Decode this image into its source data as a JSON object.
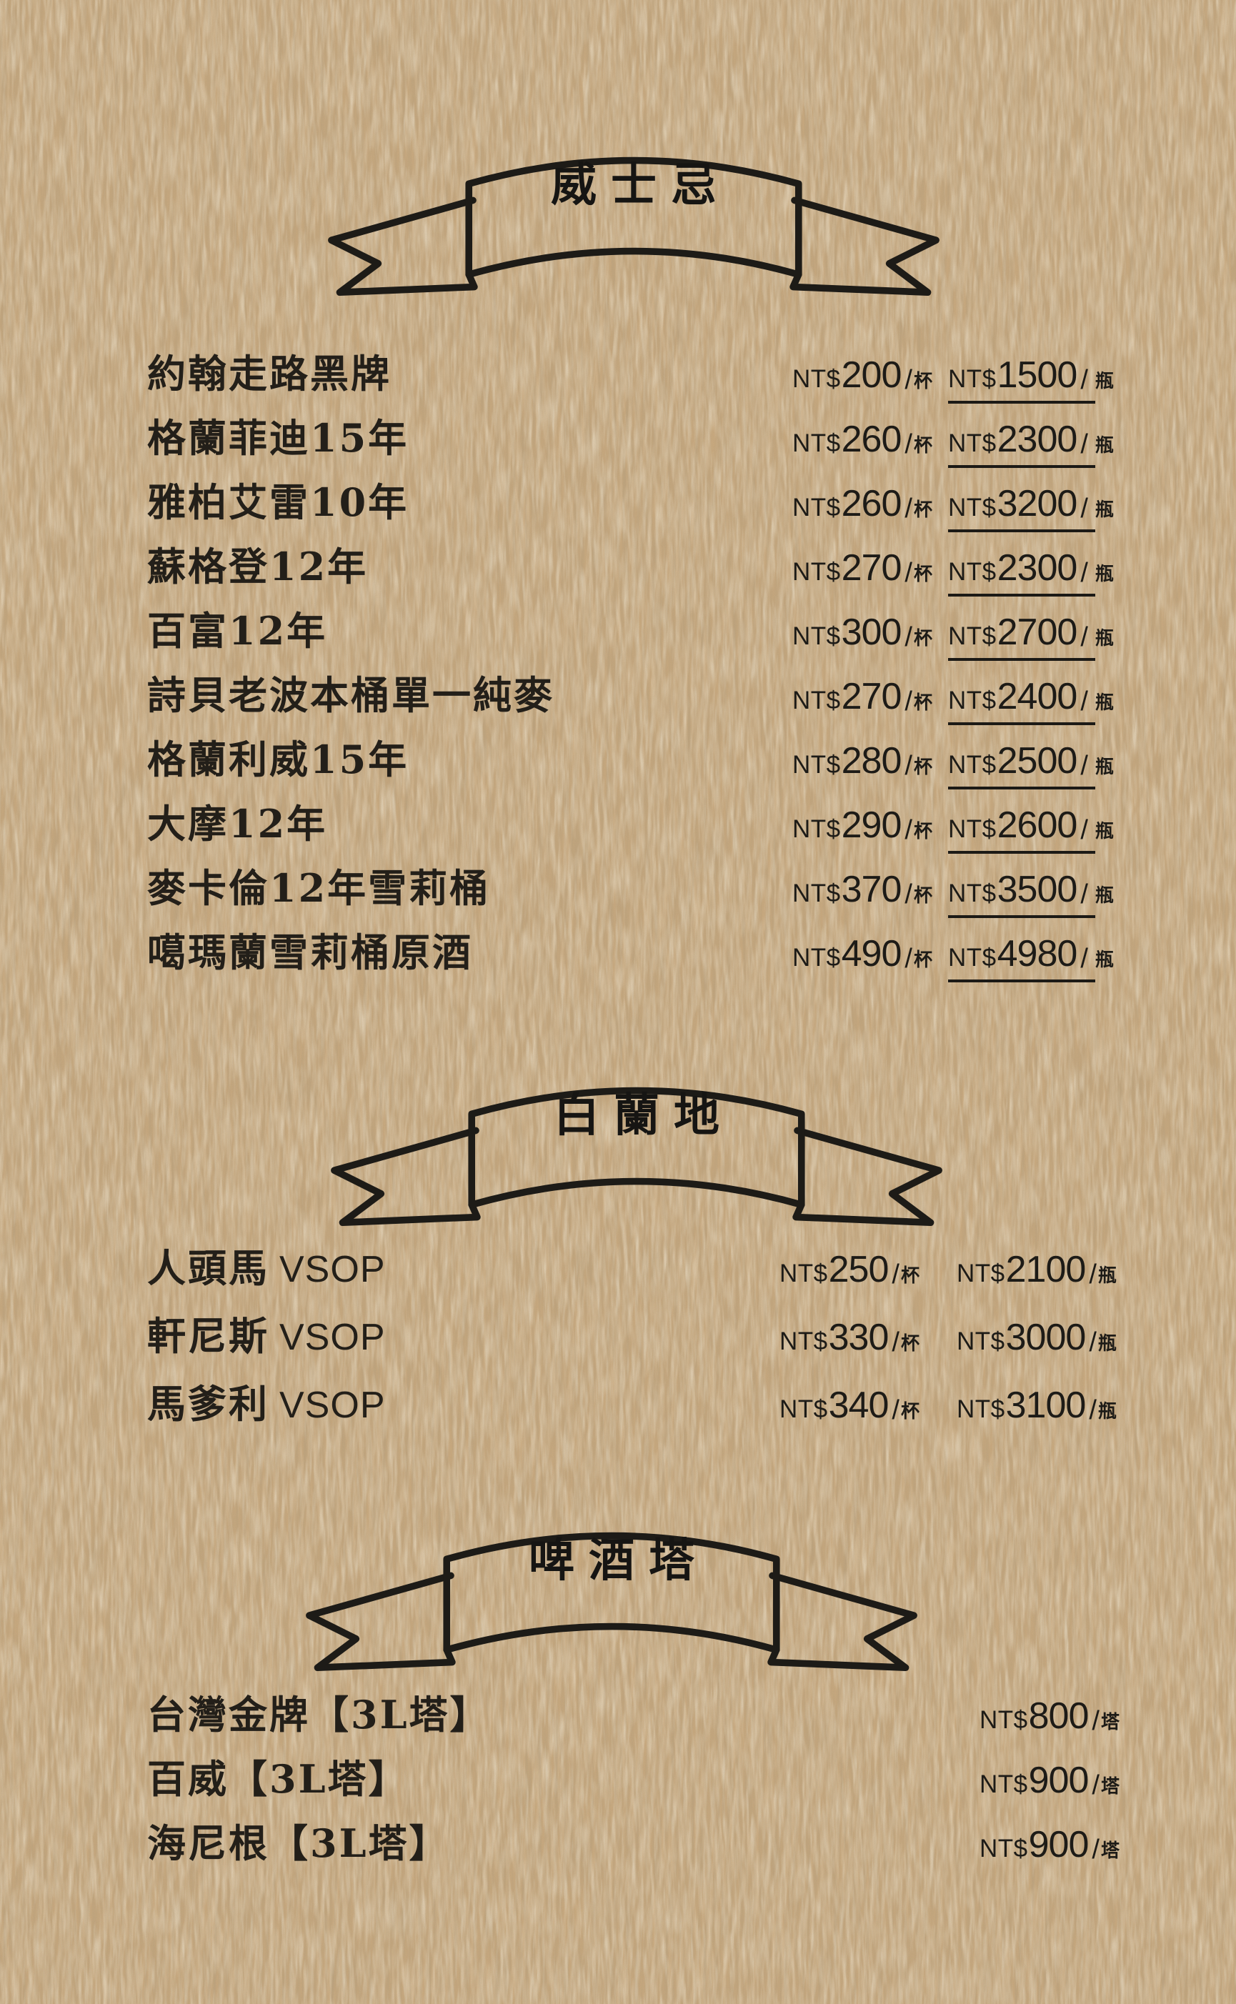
{
  "labels": {
    "currency": "NT$",
    "per": "/"
  },
  "units": {
    "cup": "杯",
    "bottle": "瓶",
    "tower": "塔"
  },
  "colors": {
    "paper": "#c7a87e",
    "ink": "#1d1b17"
  },
  "sections": [
    {
      "id": "whisky",
      "banner": "威士忌",
      "items": [
        {
          "name": "約翰走路黑牌",
          "cup": "200",
          "bottle": "1500"
        },
        {
          "name": "格蘭菲迪15年",
          "cup": "260",
          "bottle": "2300"
        },
        {
          "name": "雅柏艾雷10年",
          "cup": "260",
          "bottle": "3200"
        },
        {
          "name": "蘇格登12年",
          "cup": "270",
          "bottle": "2300"
        },
        {
          "name": "百富12年",
          "cup": "300",
          "bottle": "2700"
        },
        {
          "name": "詩貝老波本桶單一純麥",
          "cup": "270",
          "bottle": "2400"
        },
        {
          "name": "格蘭利威15年",
          "cup": "280",
          "bottle": "2500"
        },
        {
          "name": "大摩12年",
          "cup": "290",
          "bottle": "2600"
        },
        {
          "name": "麥卡倫12年雪莉桶",
          "cup": "370",
          "bottle": "3500"
        },
        {
          "name": "噶瑪蘭雪莉桶原酒",
          "cup": "490",
          "bottle": "4980"
        }
      ]
    },
    {
      "id": "brandy",
      "banner": "白蘭地",
      "items": [
        {
          "name": "人頭馬",
          "latin": "VSOP",
          "cup": "250",
          "bottle": "2100"
        },
        {
          "name": "軒尼斯",
          "latin": "VSOP",
          "cup": "330",
          "bottle": "3000"
        },
        {
          "name": "馬爹利",
          "latin": "VSOP",
          "cup": "340",
          "bottle": "3100"
        }
      ]
    },
    {
      "id": "beer",
      "banner": "啤酒塔",
      "items": [
        {
          "name": "台灣金牌【3L塔】",
          "tower": "800"
        },
        {
          "name": "百威【3L塔】",
          "tower": "900"
        },
        {
          "name": "海尼根【3L塔】",
          "tower": "900"
        }
      ]
    }
  ]
}
